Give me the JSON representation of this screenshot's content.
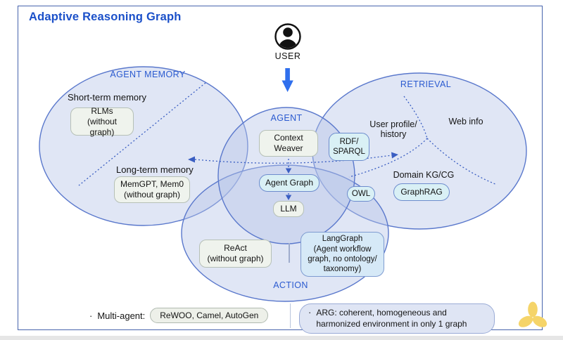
{
  "title": "Adaptive Reasoning Graph",
  "user": {
    "label": "USER"
  },
  "regions": {
    "agent_memory": {
      "label": "AGENT MEMORY",
      "short_term_label": "Short-term memory",
      "rlms_box": "RLMs\n(without graph)",
      "long_term_label": "Long-term memory",
      "memgpt_box": "MemGPT, Mem0\n(without graph)"
    },
    "agent": {
      "label": "AGENT",
      "context_weaver_box": "Context\nWeaver",
      "agent_graph_box": "Agent Graph",
      "llm_box": "LLM"
    },
    "retrieval": {
      "label": "RETRIEVAL",
      "rdf_sparql_box": "RDF/\nSPARQL",
      "owl_box": "OWL",
      "user_profile_label": "User profile/\nhistory",
      "web_info_label": "Web info",
      "domain_kg_label": "Domain KG/CG",
      "graphrag_box": "GraphRAG"
    },
    "action": {
      "label": "ACTION",
      "react_box": "ReAct\n(without graph)",
      "langgraph_box": "LangGraph\n(Agent workflow\ngraph, no ontology/\ntaxonomy)"
    }
  },
  "footer": {
    "bullet": "·",
    "multi_agent_label": "Multi-agent:",
    "multi_agent_box": "ReWOO, Camel, AutoGen",
    "arg_bullet": "·",
    "arg_box": "ARG: coherent, homogeneous and\nharmonized environment in only 1 graph"
  },
  "icons": {
    "user_icon": "person-silhouette",
    "down_arrow_icon": "blue-down-arrow",
    "trefoil_icon": "yellow-trefoil"
  },
  "colors": {
    "accent_blue": "#1b50c9",
    "label_blue": "#2a5ad0",
    "venn_stroke": "#5a78cc",
    "venn_fill": "#b6c4e8",
    "dotted_line": "#3a5ec2",
    "box_gray_bg": "#eff3ed",
    "box_cyan_bg": "#d9f0f5",
    "box_blue_bg": "#d6e9f7",
    "arg_pill_bg": "#dfe5f4",
    "user_arrow": "#2f6fed",
    "trefoil_yellow": "#f5d469"
  }
}
